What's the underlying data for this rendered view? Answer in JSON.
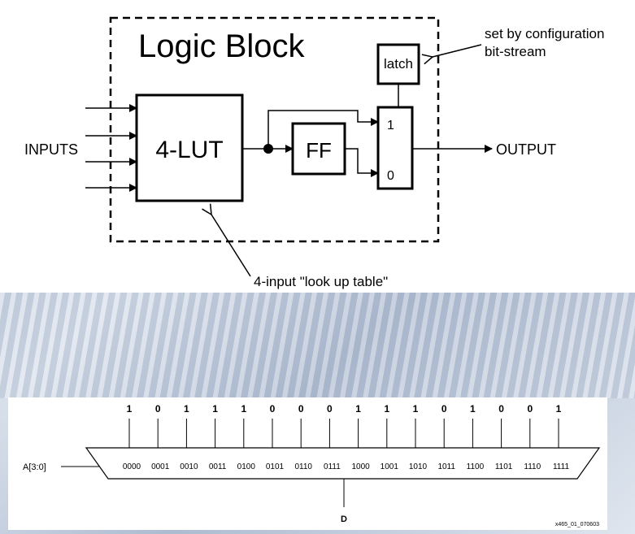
{
  "logic_block": {
    "title": "Logic Block",
    "lut_label": "4-LUT",
    "ff_label": "FF",
    "latch_label": "latch",
    "mux_in_1": "1",
    "mux_in_0": "0",
    "inputs_label": "INPUTS",
    "output_label": "OUTPUT",
    "config_note_line1": "set by configuration",
    "config_note_line2": "bit-stream",
    "lut_note": "4-input \"look up table\""
  },
  "lut_mux": {
    "select_label": "A[3:0]",
    "output_label": "D",
    "figure_id": "x465_01_070603",
    "bit_values": [
      "1",
      "0",
      "1",
      "1",
      "1",
      "0",
      "0",
      "0",
      "1",
      "1",
      "1",
      "0",
      "1",
      "0",
      "0",
      "1"
    ],
    "addresses": [
      "0000",
      "0001",
      "0010",
      "0011",
      "0100",
      "0101",
      "0110",
      "0111",
      "1000",
      "1001",
      "1010",
      "1011",
      "1100",
      "1101",
      "1110",
      "1111"
    ]
  }
}
